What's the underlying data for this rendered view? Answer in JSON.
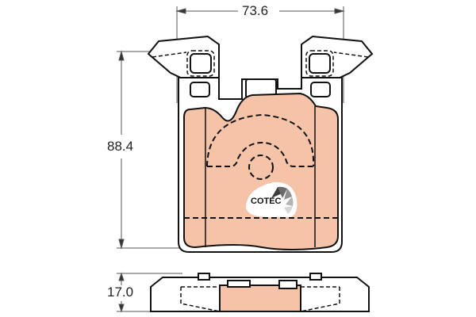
{
  "diagram": {
    "subject": "Brake pad technical drawing",
    "dimensions": {
      "width": "73.6",
      "height": "88.4",
      "thickness": "17.0"
    },
    "logo": {
      "text": "COTEC"
    },
    "colors": {
      "friction_material": "#f4c3a8",
      "outline": "#111111",
      "dimension_line": "#555555"
    }
  }
}
